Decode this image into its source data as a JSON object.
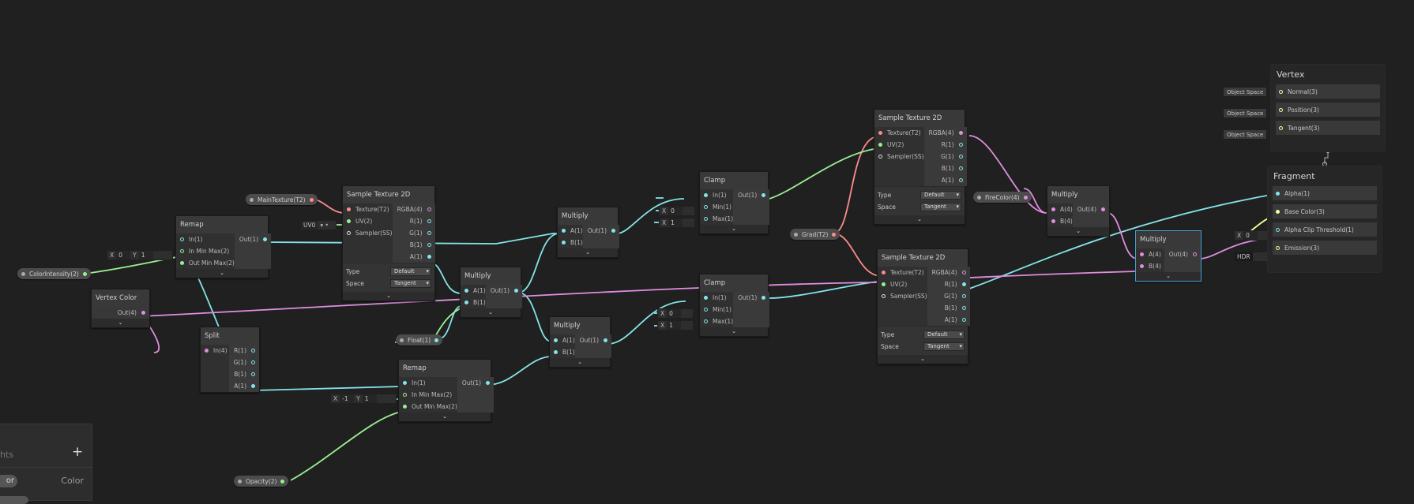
{
  "colors": {
    "vec4_pink": "#e08ee0",
    "float_cyan": "#84e4e7",
    "vec2_green": "#9aef92",
    "tex_red": "#ff8b8b",
    "vec3_yellow": "#f6ff9a",
    "selection_blue": "#44a3d6"
  },
  "nodes": {
    "remap1": {
      "title": "Remap",
      "in": [
        "In(1)",
        "In Min Max(2)",
        "Out Min Max(2)"
      ],
      "out": [
        "Out(1)"
      ]
    },
    "sample1": {
      "title": "Sample Texture 2D",
      "in": [
        "Texture(T2)",
        "UV(2)",
        "Sampler(SS)"
      ],
      "out": [
        "RGBA(4)",
        "R(1)",
        "G(1)",
        "B(1)",
        "A(1)"
      ],
      "type_label": "Type",
      "type_value": "Default",
      "space_label": "Space",
      "space_value": "Tangent"
    },
    "vertex_color": {
      "title": "Vertex Color",
      "out": [
        "Out(4)"
      ]
    },
    "split": {
      "title": "Split",
      "in": [
        "In(4)"
      ],
      "out": [
        "R(1)",
        "G(1)",
        "B(1)",
        "A(1)"
      ]
    },
    "multiply1": {
      "title": "Multiply",
      "in": [
        "A(1)",
        "B(1)"
      ],
      "out": [
        "Out(1)"
      ]
    },
    "multiply2": {
      "title": "Multiply",
      "in": [
        "A(1)",
        "B(1)"
      ],
      "out": [
        "Out(1)"
      ]
    },
    "multiply3": {
      "title": "Multiply",
      "in": [
        "A(1)",
        "B(1)"
      ],
      "out": [
        "Out(1)"
      ]
    },
    "remap2": {
      "title": "Remap",
      "in": [
        "In(1)",
        "In Min Max(2)",
        "Out Min Max(2)"
      ],
      "out": [
        "Out(1)"
      ]
    },
    "clamp1": {
      "title": "Clamp",
      "in": [
        "In(1)",
        "Min(1)",
        "Max(1)"
      ],
      "out": [
        "Out(1)"
      ]
    },
    "clamp2": {
      "title": "Clamp",
      "in": [
        "In(1)",
        "Min(1)",
        "Max(1)"
      ],
      "out": [
        "Out(1)"
      ]
    },
    "sample2": {
      "title": "Sample Texture 2D",
      "in": [
        "Texture(T2)",
        "UV(2)",
        "Sampler(SS)"
      ],
      "out": [
        "RGBA(4)",
        "R(1)",
        "G(1)",
        "B(1)",
        "A(1)"
      ],
      "type_label": "Type",
      "type_value": "Default",
      "space_label": "Space",
      "space_value": "Tangent"
    },
    "sample3": {
      "title": "Sample Texture 2D",
      "in": [
        "Texture(T2)",
        "UV(2)",
        "Sampler(SS)"
      ],
      "out": [
        "RGBA(4)",
        "R(1)",
        "G(1)",
        "B(1)",
        "A(1)"
      ],
      "type_label": "Type",
      "type_value": "Default",
      "space_label": "Space",
      "space_value": "Tangent"
    },
    "multiply4": {
      "title": "Multiply",
      "in": [
        "A(4)",
        "B(4)"
      ],
      "out": [
        "Out(4)"
      ]
    },
    "multiply5": {
      "title": "Multiply",
      "in": [
        "A(4)",
        "B(4)"
      ],
      "out": [
        "Out(4)"
      ]
    }
  },
  "properties": {
    "main_texture": "MainTexture(T2)",
    "color_intensity": "ColorIntensity(2)",
    "float": "Float(1)",
    "opacity": "Opacity(2)",
    "grad": "Grad(T2)",
    "fire_color": "FireColor(4)",
    "uv_dropdown": "UV0"
  },
  "inline_fields": {
    "x": "X",
    "y": "Y",
    "remap1_in_x": "0",
    "remap1_in_y": "1",
    "remap2_in_x": "-1",
    "remap2_in_y": "1",
    "clamp1_min_x": "0",
    "clamp1_max_x": "1",
    "clamp2_min_x": "0",
    "clamp2_max_x": "1",
    "alpha_clip_x": "0",
    "hdr": "HDR"
  },
  "master_stack": {
    "vertex": {
      "title": "Vertex",
      "ports": [
        "Normal(3)",
        "Position(3)",
        "Tangent(3)"
      ],
      "inline": [
        "Object Space",
        "Object Space",
        "Object Space"
      ]
    },
    "fragment": {
      "title": "Fragment",
      "ports": [
        "Alpha(1)",
        "Base Color(3)",
        "Alpha Clip Threshold(1)",
        "Emission(3)"
      ]
    }
  },
  "blackboard": {
    "subtitle": "hts",
    "add": "+",
    "row_pill": "or",
    "row_type": "Color"
  },
  "icons": {
    "collapse": "chevron-down-icon"
  }
}
